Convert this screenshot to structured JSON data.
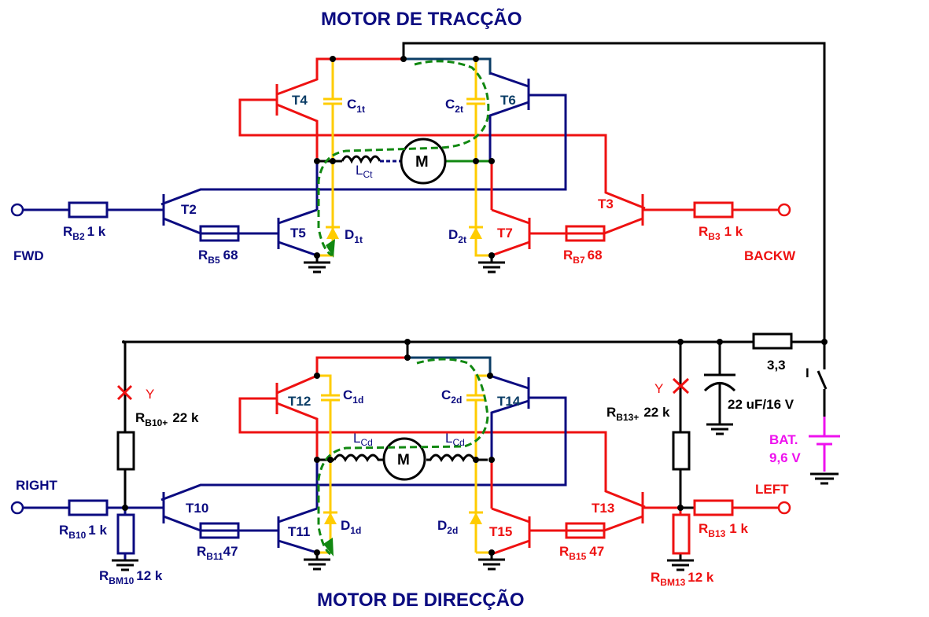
{
  "titles": {
    "traction": "MOTOR DE TRACÇÃO",
    "steering": "MOTOR DE DIRECÇÃO"
  },
  "colors": {
    "forward_path": "#0b0b80",
    "reverse_path": "#ee1111",
    "capacitor_diode": "#ffcc00",
    "current_flow": "#118811",
    "battery": "#ee11ee",
    "supply": "#000000"
  },
  "inputs": {
    "fwd": "FWD",
    "backw": "BACKW",
    "right": "RIGHT",
    "left": "LEFT"
  },
  "traction": {
    "transistors": {
      "t2": "T2",
      "t3": "T3",
      "t4": "T4",
      "t5": "T5",
      "t6": "T6",
      "t7": "T7"
    },
    "resistors": {
      "rb2": {
        "name": "R",
        "sub": "B2",
        "value": "1 k"
      },
      "rb5": {
        "name": "R",
        "sub": "B5",
        "value": "68"
      },
      "rb3": {
        "name": "R",
        "sub": "B3",
        "value": "1 k"
      },
      "rb7": {
        "name": "R",
        "sub": "B7",
        "value": "68"
      }
    },
    "capacitors": {
      "c1": {
        "name": "C",
        "sub": "1t"
      },
      "c2": {
        "name": "C",
        "sub": "2t"
      }
    },
    "diodes": {
      "d1": {
        "name": "D",
        "sub": "1t"
      },
      "d2": {
        "name": "D",
        "sub": "2t"
      }
    },
    "inductor": {
      "name": "L",
      "sub": "Ct"
    },
    "motor": "M"
  },
  "steering": {
    "transistors": {
      "t10": "T10",
      "t11": "T11",
      "t12": "T12",
      "t13": "T13",
      "t14": "T14",
      "t15": "T15"
    },
    "resistors": {
      "rb10": {
        "name": "R",
        "sub": "B10",
        "value": "1 k"
      },
      "rb11": {
        "name": "R",
        "sub": "B11",
        "value": "47"
      },
      "rbm10": {
        "name": "R",
        "sub": "BM10",
        "value": "12 k"
      },
      "rb10p": {
        "name": "R",
        "sub": "B10+",
        "value": "22 k"
      },
      "rb13": {
        "name": "R",
        "sub": "B13",
        "value": "1 k"
      },
      "rb15": {
        "name": "R",
        "sub": "B15",
        "value": "47"
      },
      "rbm13": {
        "name": "R",
        "sub": "BM13",
        "value": "12 k"
      },
      "rb13p": {
        "name": "R",
        "sub": "B13+",
        "value": "22 k"
      }
    },
    "capacitors": {
      "c1": {
        "name": "C",
        "sub": "1d"
      },
      "c2": {
        "name": "C",
        "sub": "2d"
      }
    },
    "diodes": {
      "d1": {
        "name": "D",
        "sub": "1d"
      },
      "d2": {
        "name": "D",
        "sub": "2d"
      }
    },
    "inductor_left": {
      "name": "L",
      "sub": "Cd"
    },
    "inductor_right": {
      "name": "L",
      "sub": "Cd"
    },
    "motor": "M",
    "cut_marks": {
      "left": "Y",
      "right": "Y"
    }
  },
  "supply": {
    "series_resistor": "3,3",
    "filter_cap": "22 uF/16 V",
    "switch": "I",
    "battery_label": "BAT.",
    "battery_voltage": "9,6 V"
  }
}
